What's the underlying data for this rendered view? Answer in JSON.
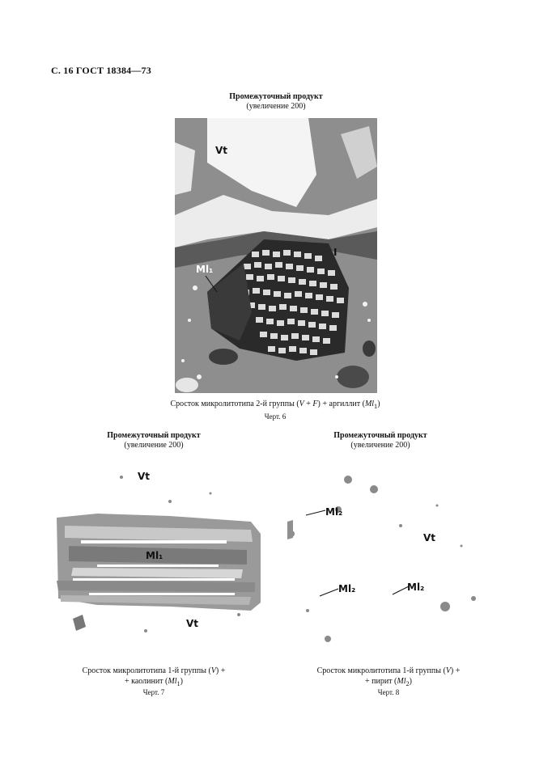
{
  "header": "С. 16 ГОСТ 18384—73",
  "figure6": {
    "title": "Промежуточный продукт",
    "magnification": "(увеличение 200)",
    "labels": {
      "vt": "Vt",
      "ml1": "Ml₁",
      "i": "I"
    },
    "caption_parts": {
      "pre": "Сросток микролитотипа 2-й группы (",
      "v": "V",
      "plus": " + ",
      "f": "F",
      "post": ") + аргиллит (",
      "ml": "Ml",
      "sub": "1",
      "end": ")"
    },
    "number": "Черт. 6"
  },
  "figure7": {
    "title": "Промежуточный продукт",
    "magnification": "(увеличение 200)",
    "labels": {
      "vt_top": "Vt",
      "ml1": "Ml₁",
      "vt_bottom": "Vt"
    },
    "caption_line1_parts": {
      "pre": "Сросток микролитотипа 1-й группы (",
      "v": "V",
      "post": ") +"
    },
    "caption_line2_parts": {
      "pre": "+ каолинит (",
      "ml": "Ml",
      "sub": "1",
      "end": ")"
    },
    "number": "Черт. 7"
  },
  "figure8": {
    "title": "Промежуточный продукт",
    "magnification": "(увеличение 200)",
    "labels": {
      "ml2_top": "Ml₂",
      "vt": "Vt",
      "ml2_left": "Ml₂",
      "ml2_right": "Ml₂"
    },
    "caption_line1_parts": {
      "pre": "Сросток микролитотипа 1-й группы (",
      "v": "V",
      "post": ") +"
    },
    "caption_line2_parts": {
      "pre": "+ пирит (",
      "ml": "Ml",
      "sub": "2",
      "end": ")"
    },
    "number": "Черт. 8"
  }
}
